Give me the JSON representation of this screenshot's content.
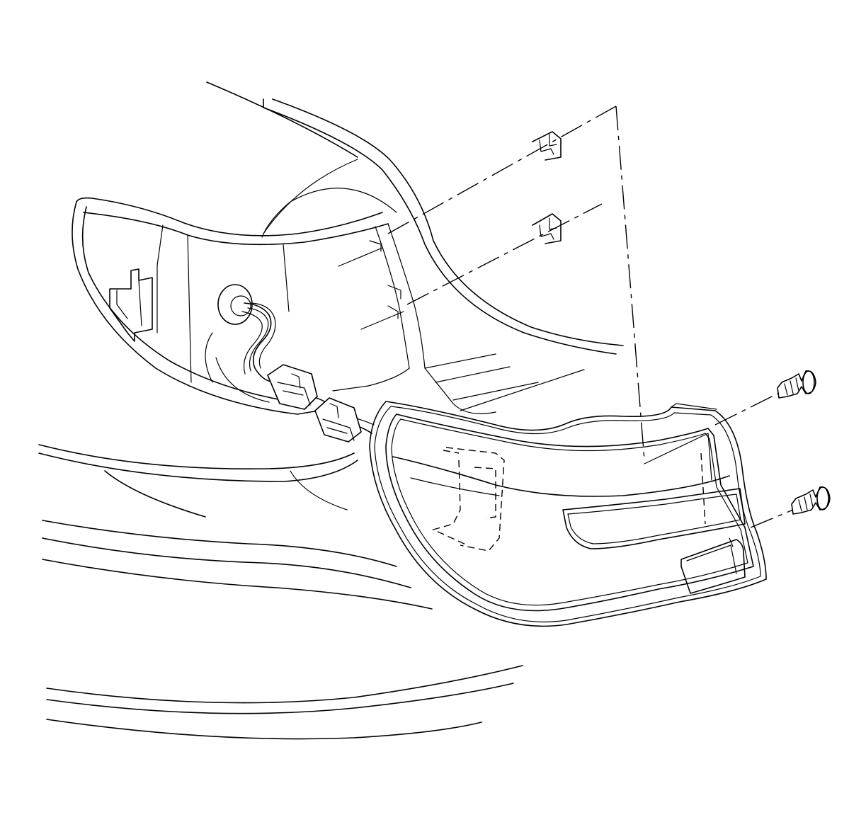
{
  "diagram": {
    "colors": {
      "line": "#000000",
      "background": "#ffffff"
    },
    "parts": [
      "vehicle-body-panel",
      "tail-lamp-pocket",
      "wiring-harness",
      "harness-connector",
      "retainer-clip",
      "tail-lamp-assembly",
      "tail-lamp-bolt"
    ]
  }
}
